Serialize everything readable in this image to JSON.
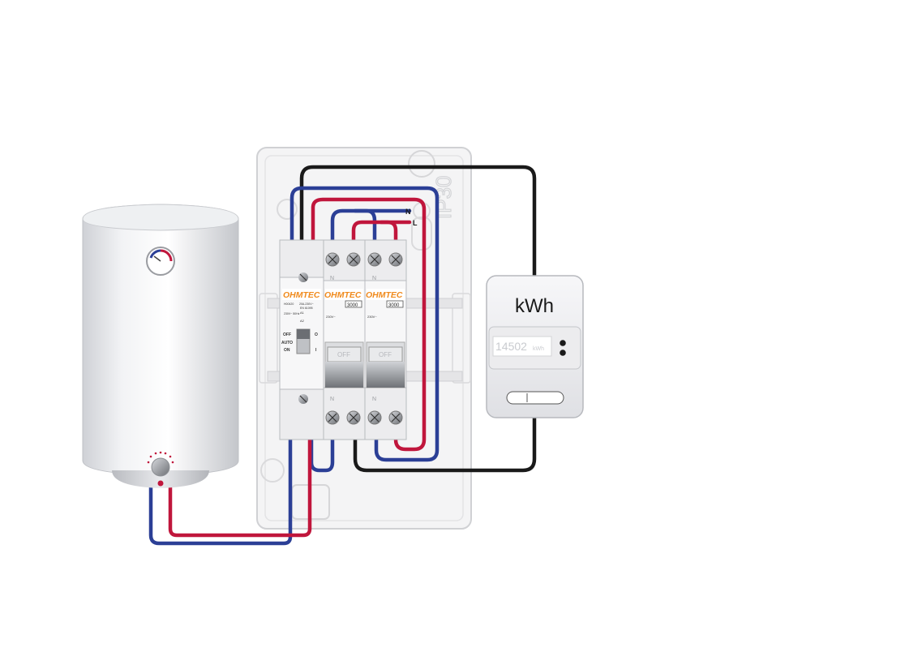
{
  "labels": {
    "neutral": "N",
    "live": "L",
    "ip_rating": "IP30"
  },
  "modules": {
    "contactor": {
      "brand": "OHMTEC",
      "model": "H00420",
      "rating": "20A-230V~",
      "standard": "EN 61095",
      "coil": "230V~ 50Hz",
      "terminal_a1": "A1",
      "terminal_a2": "A2",
      "switch_off": "OFF",
      "switch_auto": "AUTO",
      "switch_on": "ON",
      "mark_o": "O",
      "mark_i": "I"
    },
    "breaker_1": {
      "brand": "OHMTEC",
      "rating": "3000",
      "voltage": "230V~",
      "neutral_top": "N",
      "neutral_bottom": "N",
      "handle": "OFF"
    },
    "breaker_2": {
      "brand": "OHMTEC",
      "rating": "3000",
      "voltage": "230V~",
      "neutral_top": "N",
      "neutral_bottom": "N",
      "handle": "OFF"
    }
  },
  "meter": {
    "unit": "kWh",
    "reading": "14502",
    "reading_unit": "kWh"
  },
  "colors": {
    "neutral_wire": "#2b3f96",
    "live_wire": "#c0163c",
    "signal_wire": "#1a1a1a",
    "brand_orange": "#f08a1c"
  }
}
